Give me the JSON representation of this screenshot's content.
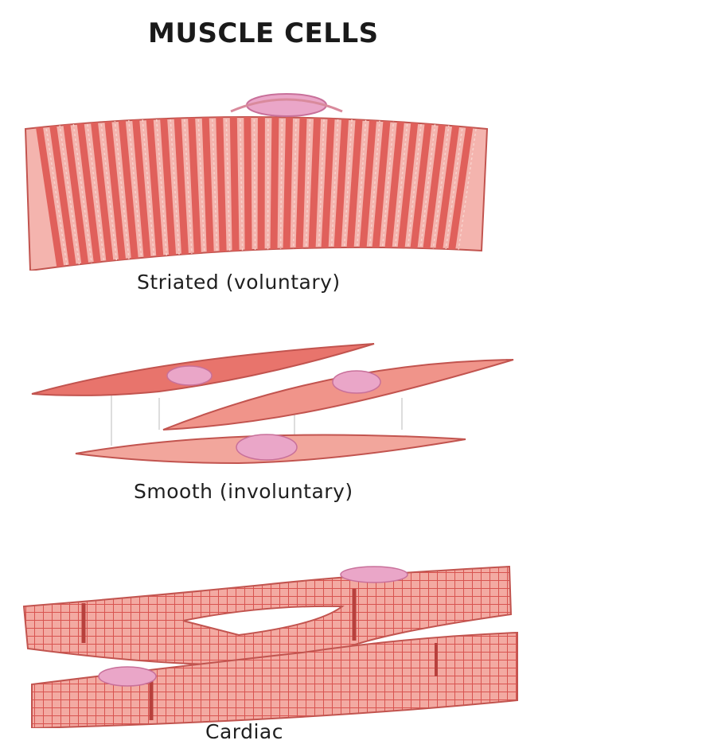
{
  "title": "MUSCLE CELLS",
  "cells": [
    {
      "id": "striated",
      "label": "Striated (voluntary)"
    },
    {
      "id": "smooth",
      "label": "Smooth (involuntary)"
    },
    {
      "id": "cardiac",
      "label": "Cardiac"
    }
  ],
  "colors": {
    "fiber": "#e36a66",
    "fiber_light": "#f6b8b2",
    "band_dark": "#d85450",
    "nucleus": "#e8a2c6",
    "outline": "#c2544f"
  }
}
